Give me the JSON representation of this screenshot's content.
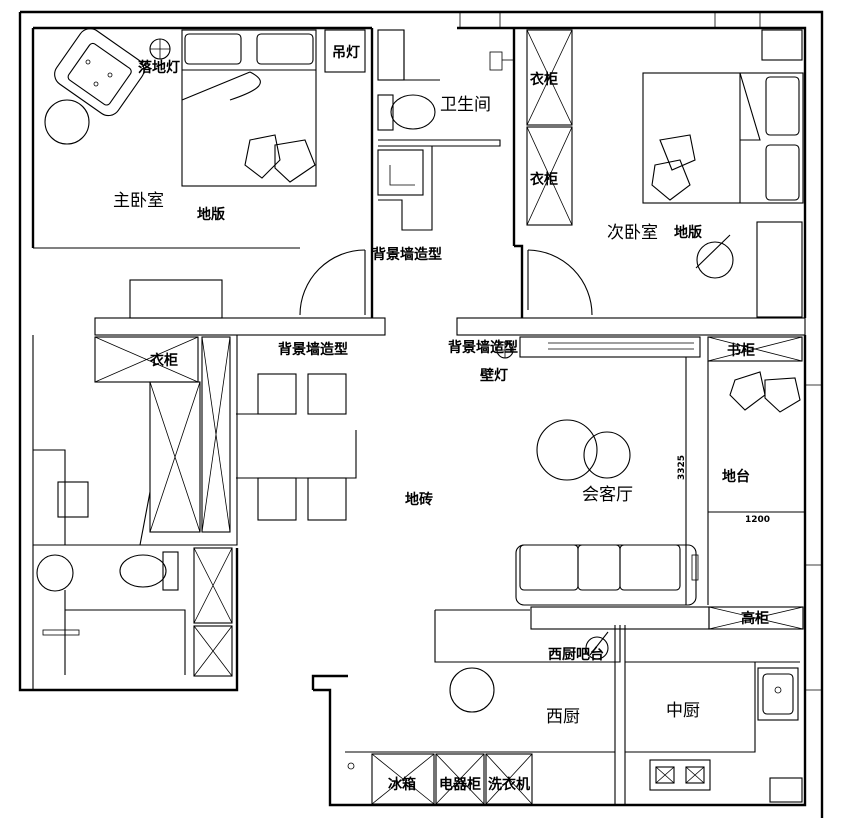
{
  "rooms": {
    "master_bedroom": "主卧室",
    "second_bedroom": "次卧室",
    "bathroom": "卫生间",
    "living_room": "会客厅",
    "western_kitchen": "西厨",
    "chinese_kitchen": "中厨"
  },
  "floors": {
    "master_floor": "地版",
    "second_floor": "地版",
    "living_floor": "地砖"
  },
  "fixtures": {
    "floor_lamp": "落地灯",
    "pendant_lamp": "吊灯",
    "wall_lamp": "壁灯",
    "feature_wall_1": "背景墙造型",
    "feature_wall_2": "背景墙造型",
    "feature_wall_3": "背景墙造型",
    "wardrobe_1": "衣柜",
    "wardrobe_2": "衣柜",
    "wardrobe_3": "衣柜",
    "bookcase": "书柜",
    "platform": "地台",
    "tall_cabinet": "高柜",
    "bar_counter": "西厨吧台",
    "fridge": "冰箱",
    "appliance_cabinet": "电器柜",
    "washer": "洗衣机"
  },
  "dimensions": {
    "height": "3325",
    "width": "1200"
  }
}
